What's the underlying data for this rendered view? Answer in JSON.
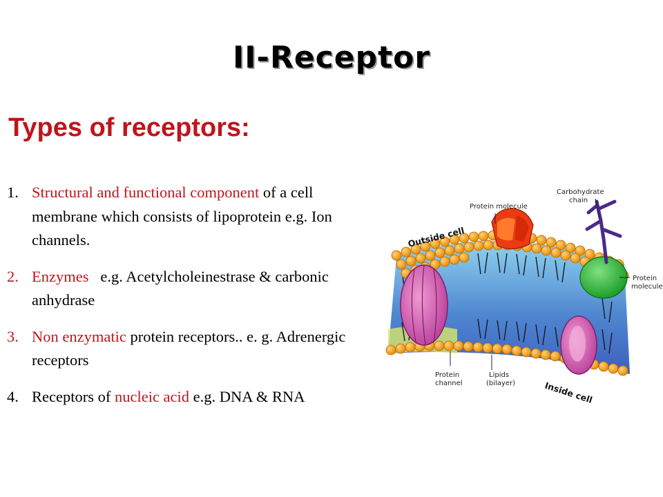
{
  "title": "II-Receptor",
  "subtitle": "Types of receptors:",
  "items": [
    {
      "num": "1.",
      "parts": [
        {
          "text": "Structural and functional component",
          "red": true
        },
        {
          "text": " of a cell membrane which consists of lipoprotein e.g. Ion channels.",
          "red": false
        }
      ]
    },
    {
      "num": "2.",
      "parts": [
        {
          "text": "Enzymes",
          "red": true
        },
        {
          "text": "   e.g. Acetylcholeinestrase & carbonic anhydrase",
          "red": false
        }
      ]
    },
    {
      "num": "3.",
      "parts": [
        {
          "text": "Non enzymatic",
          "red": true
        },
        {
          "text": " protein receptors.. e. g. Adrenergic receptors",
          "red": false
        }
      ]
    },
    {
      "num": "4.",
      "parts": [
        {
          "text": "Receptors of ",
          "red": false
        },
        {
          "text": "nucleic acid",
          "red": true
        },
        {
          "text": " e.g. DNA & RNA",
          "red": false
        }
      ]
    }
  ],
  "diagram": {
    "labels": {
      "carbohydrate_1": "Carbohydrate",
      "carbohydrate_2": "chain",
      "protein_molecule_top": "Protein molecule",
      "outside_cell": "Outside cell",
      "protein_molecule_right_1": "Protein",
      "protein_molecule_right_2": "molecule",
      "protein_channel_1": "Protein",
      "protein_channel_2": "channel",
      "lipids_1": "Lipids",
      "lipids_2": "(bilayer)",
      "inside_cell": "Inside cell"
    }
  }
}
